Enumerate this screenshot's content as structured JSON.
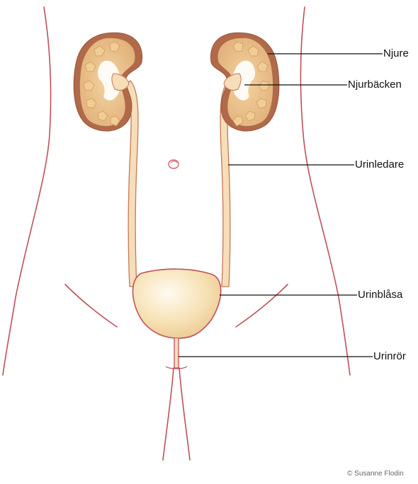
{
  "labels": {
    "kidney": "Njure",
    "renal_pelvis": "Njurbäcken",
    "ureter": "Urinledare",
    "bladder": "Urinblåsa",
    "urethra": "Urinrör"
  },
  "credit": "© Susanne Flodin",
  "colors": {
    "body_outline": "#c0505a",
    "kidney_outer": "#b06a4a",
    "kidney_inner": "#e3b47d",
    "kidney_lobe": "#f0cd94",
    "tube_fill": "#f7ddb8",
    "tube_stroke": "#c27a5a",
    "bladder_fill": "#f6dca8",
    "bladder_stroke": "#c0505a",
    "leader_line": "#111111"
  }
}
